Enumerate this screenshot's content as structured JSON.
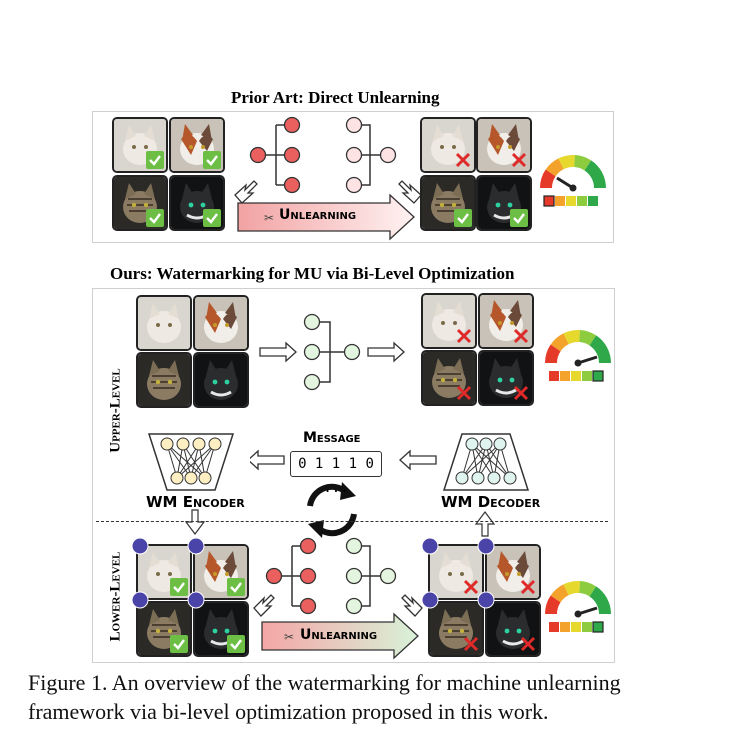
{
  "top_title": "Prior Art: Direct Unlearning",
  "bottom_title": "Ours: Watermarking for MU via Bi-Level Optimization",
  "unlearning_label": "Unlearning",
  "message_label": "Message",
  "message_value": "0 1 1 1 0 ...",
  "wm_encoder_label": "WM Encoder",
  "wm_decoder_label": "WM Decoder",
  "upper_level_label": "Upper-Level",
  "lower_level_label": "Lower-Level",
  "caption": "Figure 1. An overview of the watermarking for machine unlearning framework via bi-level optimization proposed in this work.",
  "colors": {
    "node_red": "#e9605f",
    "node_pink": "#fde3e3",
    "node_green": "#e4f5df",
    "check_green": "#6cbe45",
    "cross_red": "#e02a2a",
    "arrow_pink": "#f4b8b8",
    "arrow_green": "#cfeed0",
    "wm_badge": "#4b44a8"
  },
  "icons": {
    "check": "check-icon",
    "cross": "cross-icon",
    "scissors": "scissors-icon",
    "cycle": "cycle-arrows-icon",
    "gauge": "gauge-icon",
    "watermark": "watermark-badge-icon"
  }
}
